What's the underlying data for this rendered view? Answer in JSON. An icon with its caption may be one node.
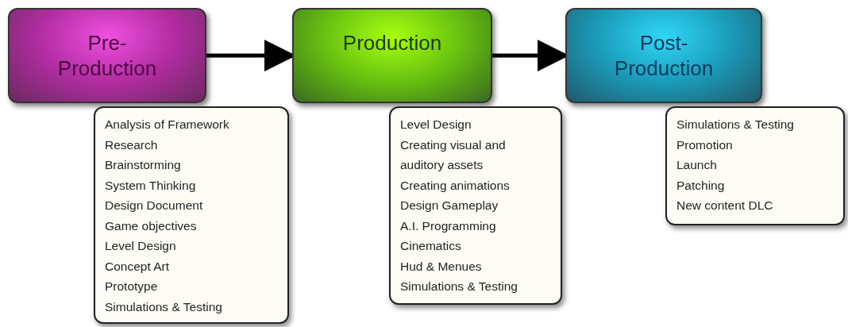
{
  "diagram": {
    "nodes": [
      {
        "text": [
          "Pre-Production"
        ]
      },
      {
        "text": [
          "Analysis of Framework",
          "Research",
          "Brainstorming",
          "System Thinking",
          "Design Document",
          "Game objectives",
          "Level Design",
          "Concept Art",
          "Prototype",
          "Simulations & Testing"
        ]
      },
      {
        "text": [
          "Production"
        ]
      },
      {
        "text": [
          "Level Design",
          "Creating visual and auditory assets",
          "Creating animations",
          "Design Gameplay",
          "A.I. Programming",
          "Cinematics",
          "Hud & Menues",
          "Simulations & Testing"
        ]
      },
      {
        "text": [
          "Post-Production"
        ]
      },
      {
        "text": [
          "Simulations & Testing",
          "Promotion",
          "Launch",
          "Patching",
          "New content DLC"
        ]
      }
    ],
    "edges": [
      {
        "from": 0,
        "to": 2,
        "arrow": "to"
      },
      {
        "from": 2,
        "to": 4,
        "arrow": "to"
      }
    ]
  }
}
